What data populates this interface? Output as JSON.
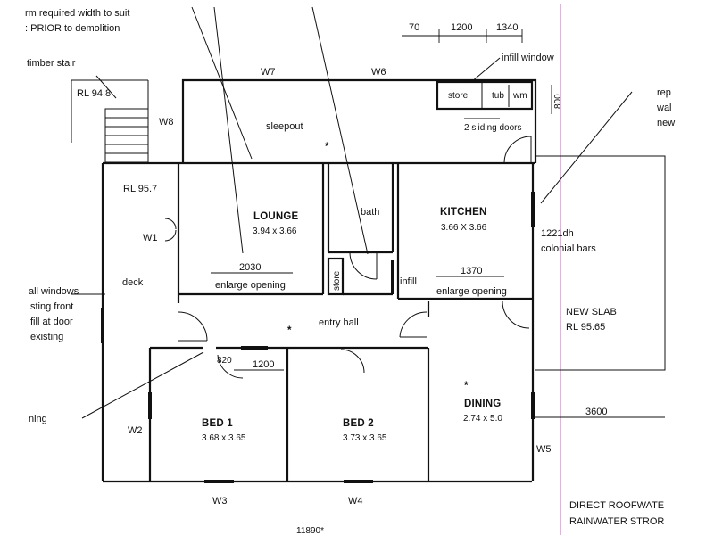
{
  "notes": {
    "top_left_1": "rm required width to suit",
    "top_left_2": ": PRIOR to demolition",
    "timber_stair": "timber stair",
    "rl_top": "RL 94.8",
    "rl_deck": "RL 95.7",
    "infill_window": "infill window",
    "two_sliding_doors": "2 sliding doors",
    "right_top_1": "rep",
    "right_top_2": "wal",
    "right_top_3": "new",
    "colonial_1": "1221dh",
    "colonial_2": "colonial bars",
    "new_slab": "NEW SLAB",
    "rl_slab": "RL 95.65",
    "left_mid_1": "all windows",
    "left_mid_2": "sting front",
    "left_mid_3": "fill at door",
    "left_mid_4": "existing",
    "left_low": "ning",
    "roofwater_1": "DIRECT ROOFWATE",
    "roofwater_2": "RAINWATER STROR",
    "enlarge_1": "enlarge opening",
    "enlarge_2": "enlarge opening",
    "infill": "infill"
  },
  "rooms": {
    "sleepout": "sleepout",
    "lounge": "LOUNGE",
    "lounge_size": "3.94 x 3.66",
    "bath": "bath",
    "kitchen": "KITCHEN",
    "kitchen_size": "3.66 X 3.66",
    "deck": "deck",
    "entry_hall": "entry hall",
    "store_small": "store",
    "store_top": "store",
    "tub": "tub",
    "wm": "wm",
    "bed1": "BED 1",
    "bed1_size": "3.68 x 3.65",
    "bed2": "BED 2",
    "bed2_size": "3.73 x 3.65",
    "dining": "DINING",
    "dining_size": "2.74 x 5.0"
  },
  "windows": {
    "w1": "W1",
    "w2": "W2",
    "w3": "W3",
    "w4": "W4",
    "w5": "W5",
    "w6": "W6",
    "w7": "W7",
    "w8": "W8"
  },
  "dimensions": {
    "d70": "70",
    "d1200_top": "1200",
    "d1340": "1340",
    "d800": "800",
    "d2030": "2030",
    "d1370": "1370",
    "d820": "820",
    "d1200_bed": "1200",
    "d3600": "3600",
    "d11890": "11890*"
  },
  "markers": {
    "star": "*"
  }
}
